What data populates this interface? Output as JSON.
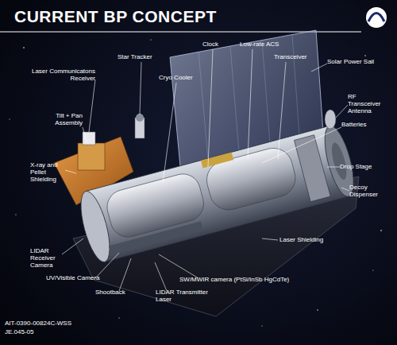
{
  "diagram": {
    "title": "CURRENT BP CONCEPT",
    "labels": [
      "Clock",
      "Low-rate ACS",
      "Star Tracker",
      "Transceiver",
      "Laser Communicatons Receiver",
      "Solar Power Sail",
      "Cryo Cooler",
      "RF Transceiver Antenna",
      "Tilt + Pan Assembly",
      "Batteries",
      "Drop Stage",
      "X-ray and Pellet Shielding",
      "Decoy Dispenser",
      "LIDAR Receiver Camera",
      "Laser Shielding",
      "UV/Visible Camera",
      "SW/MWIR camera (PtSi/InSb HgCdTe)",
      "Shootback",
      "LIDAR Transmitter Laser",
      "AIT-0390-00824C-WSS",
      "JE.045-05"
    ]
  }
}
